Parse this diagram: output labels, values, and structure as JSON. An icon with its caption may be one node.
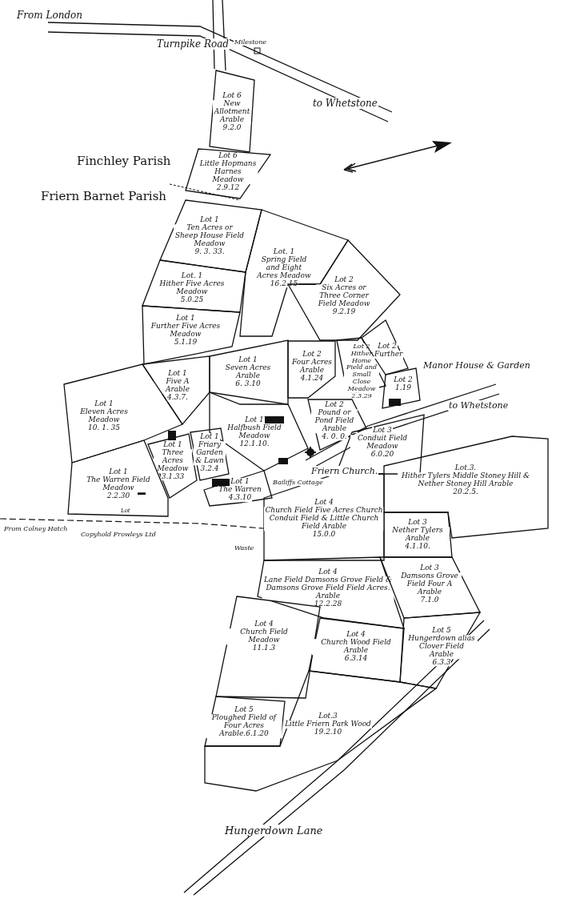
{
  "diagram": {
    "nodes": [
      {
        "text": [
          "Lot 6",
          "New Allotment Arable",
          "9.2.0"
        ]
      },
      {
        "text": [
          "Lot 6",
          "Little Hopmans Harnes Meadow",
          "2.9.12"
        ]
      },
      {
        "text": [
          "Lot 1",
          "Ten Acres or Sheep House Field Meadow",
          "9. 3. 33."
        ]
      },
      {
        "text": [
          "Lot. 1",
          "Spring Field and Eight Acres Meadow",
          "16.2.15"
        ]
      },
      {
        "text": [
          "Lot 2",
          "Six Acres or Three Corner Field Meadow",
          "9.2.19"
        ]
      },
      {
        "text": [
          "Lot. 1",
          "Hither Five Acres Meadow",
          "5.0.25"
        ]
      },
      {
        "text": [
          "Lot 1",
          "Further Five Acres Meadow",
          "5.1.19"
        ]
      },
      {
        "text": [
          "Lot 1",
          "Seven Acres Arable",
          "6. 3.10"
        ]
      },
      {
        "text": [
          "Lot 2",
          "Four Acres Arable",
          "4.1.24"
        ]
      },
      {
        "text": [
          "Lot 2",
          "Hither Home Field and Small Close Meadow",
          "2.3.29"
        ]
      },
      {
        "text": [
          "Lot 2",
          "Further"
        ]
      },
      {
        "text": [
          "Lot 1",
          "Five A Arable",
          "4.3.7."
        ]
      },
      {
        "text": [
          "Lot 1",
          "Eleven Acres Meadow",
          "10. 1. 35"
        ]
      },
      {
        "text": [
          "Lot 1",
          "Halfbush Field Meadow",
          "12.1.10."
        ]
      },
      {
        "text": [
          "Lot 2",
          "Pound or Pond Field Arable",
          "4. 0. 0."
        ]
      },
      {
        "text": [
          "Lot 2",
          "1.19"
        ]
      },
      {
        "text": [
          "Lot 1",
          "Three Acres Meadow",
          "3.1.33"
        ]
      },
      {
        "text": [
          "Lot 1",
          "Friary Garden & Lawn",
          "3.2.4"
        ]
      },
      {
        "text": [
          "Lot 1",
          "The Warren Field Meadow",
          "2.2.30"
        ]
      },
      {
        "text": [
          "Lot 1",
          "The Warren",
          "4.3.10"
        ]
      },
      {
        "text": [
          "Lot 3",
          "Conduit Field Meadow",
          "6.0.20"
        ]
      },
      {
        "text": [
          "Lot 4",
          "Church Field Five Acres Church Conduit Field & Little Church Field Arable",
          "15.0.0"
        ]
      },
      {
        "text": [
          "Lot.3.",
          "Hither Tylers Middle Stoney Hill & Nether Stoney Hill Arable",
          "20.2.5."
        ]
      },
      {
        "text": [
          "Lot 3",
          "Nether Tylers Arable",
          "4.1.10."
        ]
      },
      {
        "text": [
          "Lot 4",
          "Lane Field Damsons Grove Field & Damsons Grove Field Field Acres. Arable",
          "12.2.28"
        ]
      },
      {
        "text": [
          "Lot 3",
          "Damsons Grove Field Four A Arable",
          "7.1.0"
        ]
      },
      {
        "text": [
          "Lot 4",
          "Church Field Meadow",
          "11.1.3"
        ]
      },
      {
        "text": [
          "Lot 4",
          "Church Wood Field Arable",
          "6.3.14"
        ]
      },
      {
        "text": [
          "Lot 5",
          "Hungerdown alias Clover Field Arable",
          "6.3.3"
        ]
      },
      {
        "text": [
          "Lot 5",
          "Ploughed Field of Four Acres Arable.6.1.20"
        ]
      },
      {
        "text": [
          "Lot.3",
          "Little Friern Park Wood",
          "19.2.10"
        ]
      }
    ],
    "labels": [
      "From London",
      "Turnpike Road",
      "Milestone",
      "to Whetstone",
      "Finchley Parish",
      "Friern Barnet Parish",
      "Manor House & Garden",
      "to Whetstone",
      "Friern Church.",
      "Bailiffs Cottage",
      "From Colney Hatch",
      "Lot",
      "Copyhold Frowleys Ltd",
      "Waste",
      "Hungerdown Lane"
    ]
  }
}
